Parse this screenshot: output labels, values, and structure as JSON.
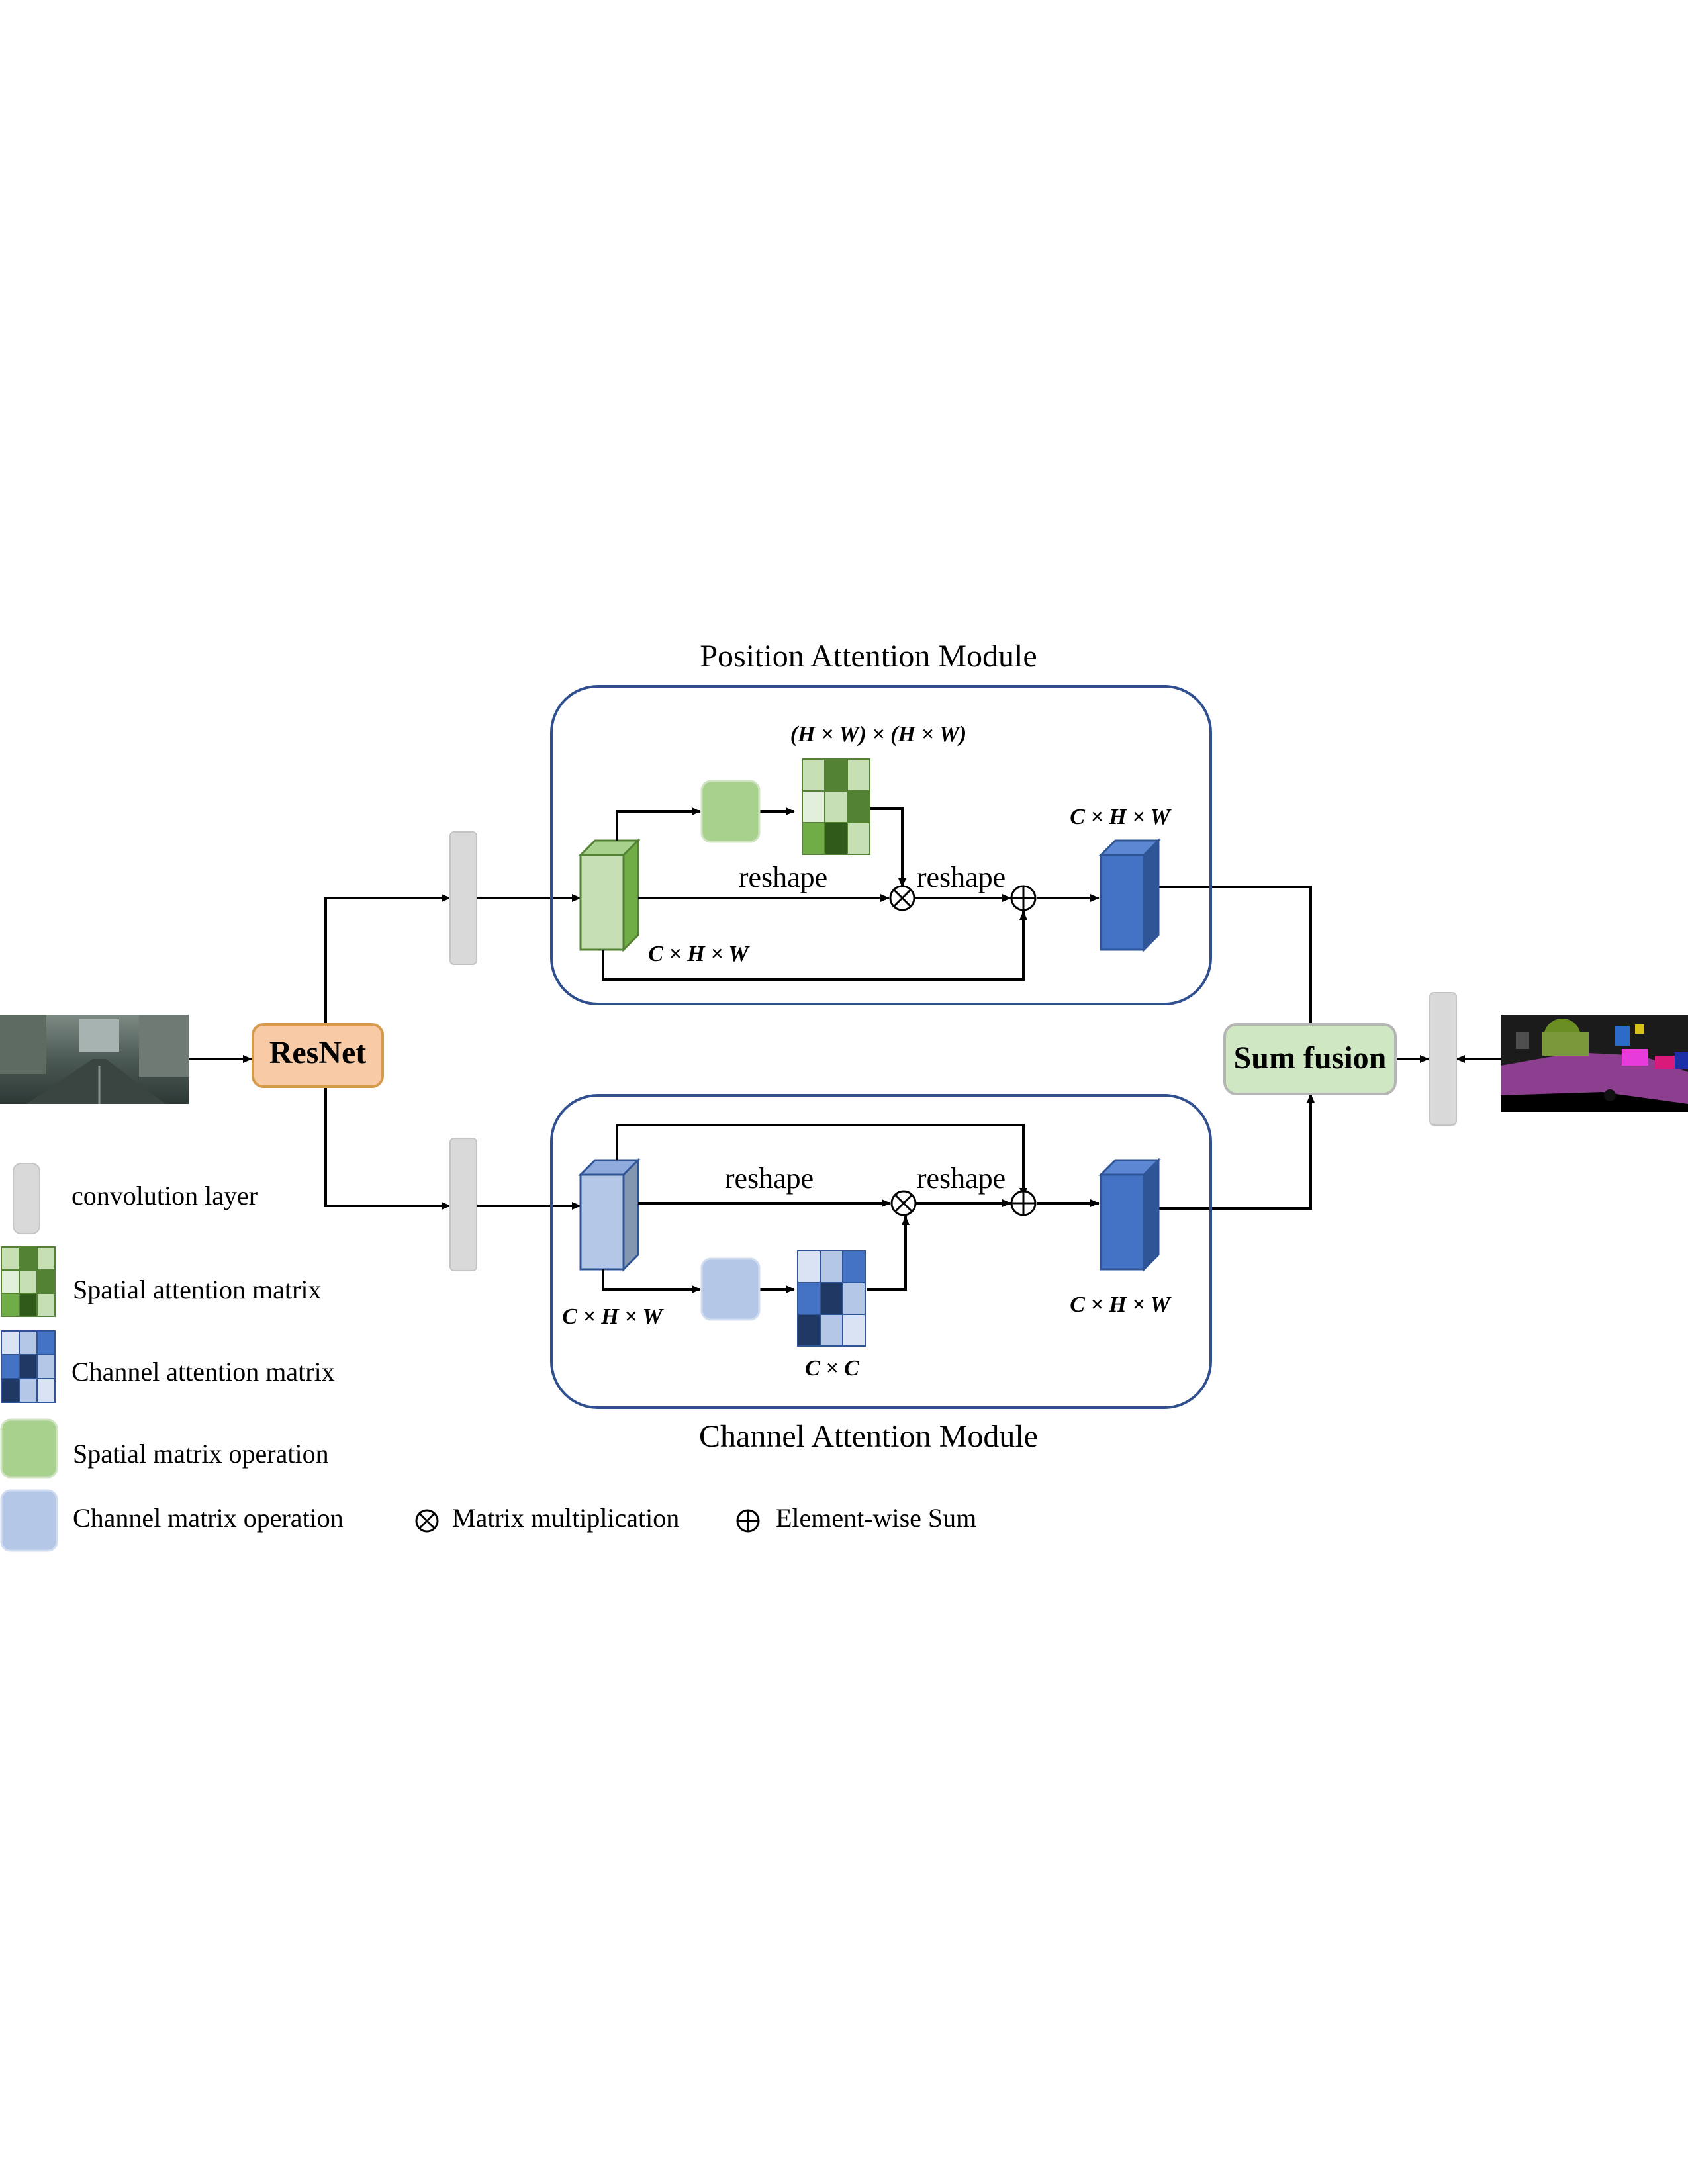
{
  "modules": {
    "position_title": "Position Attention Module",
    "channel_title": "Channel Attention Module"
  },
  "blocks": {
    "backbone": "ResNet",
    "fusion": "Sum fusion"
  },
  "labels": {
    "reshape": "reshape",
    "spatial_matrix_dim": "(H × W) × (H × W)",
    "feature_dim": "C × H × W",
    "channel_matrix_dim": "C × C"
  },
  "legend": {
    "conv": "convolution layer",
    "spatial_attention": "Spatial attention matrix",
    "channel_attention": "Channel attention matrix",
    "spatial_op": "Spatial matrix operation",
    "channel_op": "Channel matrix operation",
    "matmul": "Matrix multiplication",
    "elem_sum": "Element-wise Sum"
  },
  "colors": {
    "module_border": "#2f4f8f",
    "resnet_fill": "#f8cba6",
    "resnet_border": "#d79b4d",
    "fusion_fill": "#cfe8c3",
    "conv_fill": "#d9d9d9",
    "green_light": "#c6e0b4",
    "green_mid": "#70ad47",
    "green_dark": "#386a20",
    "green_op": "#a9d18e",
    "blue_light": "#b4c7e7",
    "blue_mid": "#4472c4",
    "blue_dark": "#1f3864",
    "blue_output": "#4472c4"
  }
}
